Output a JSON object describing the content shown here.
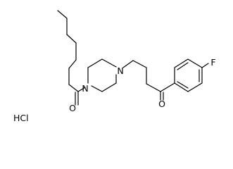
{
  "molecule": {
    "atoms": {
      "n_amide": "N",
      "n_amine": "N",
      "o_amide": "O",
      "o_ketone": "O",
      "fluorine": "F"
    },
    "counterion": "HCl"
  },
  "colors": {
    "bond": "#000000",
    "label": "#000000",
    "background": "#ffffff"
  }
}
